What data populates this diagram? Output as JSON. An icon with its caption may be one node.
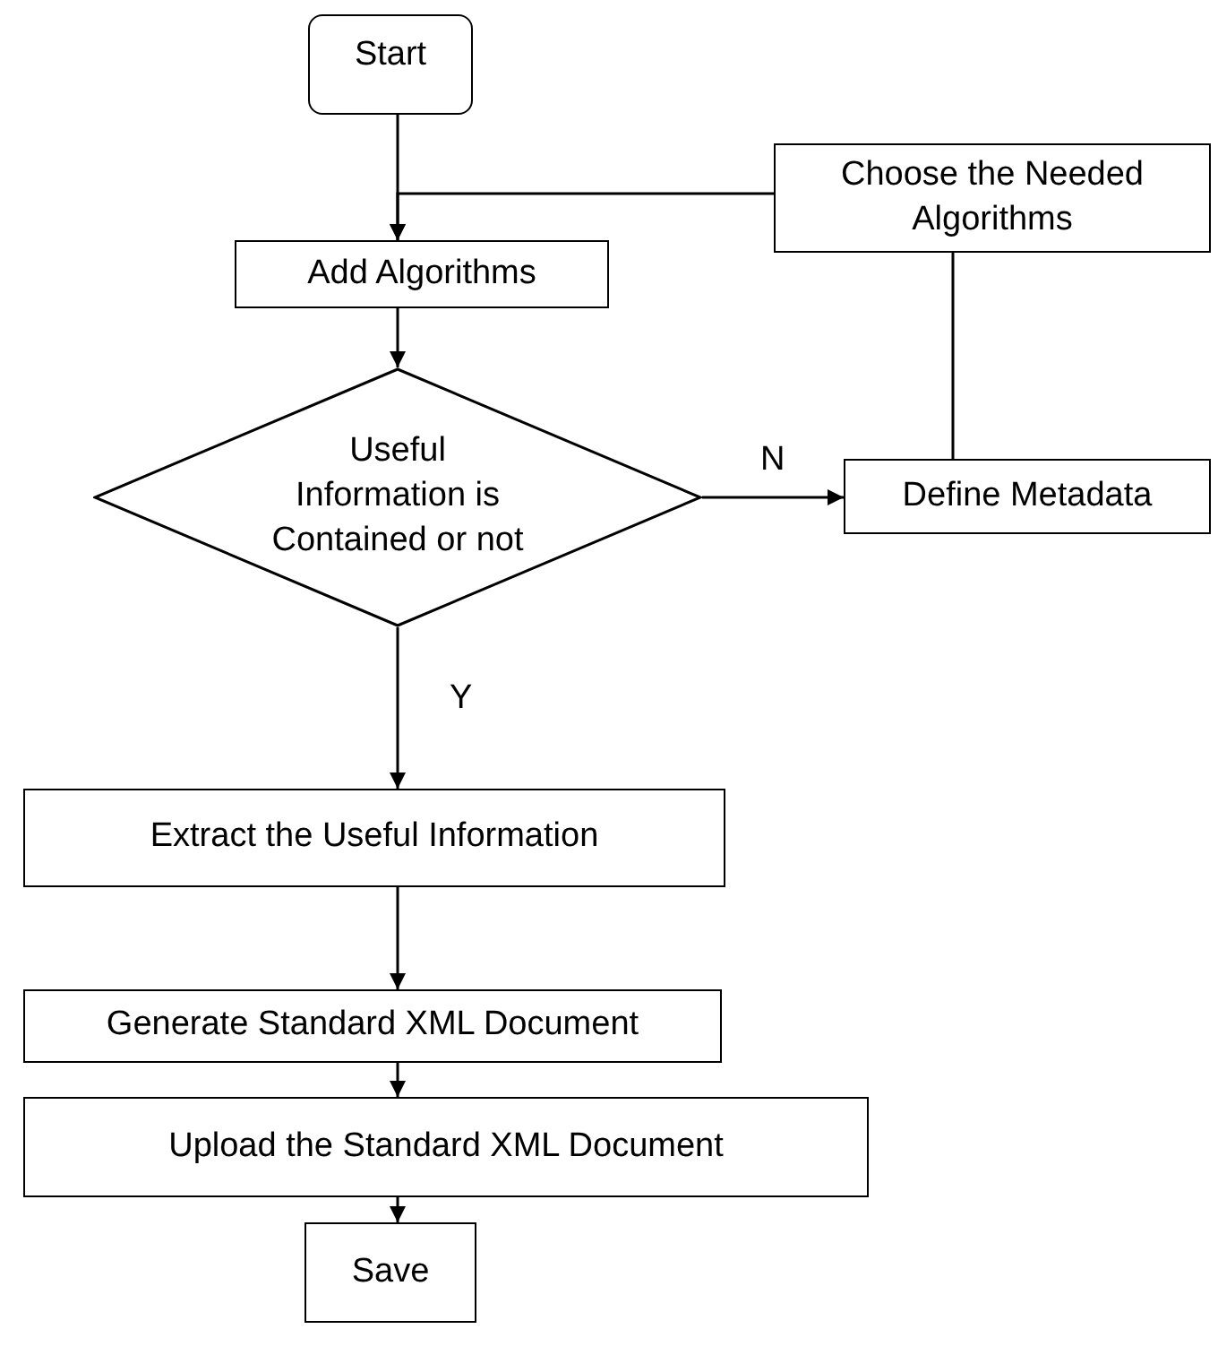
{
  "diagram": {
    "nodes": [
      {
        "text": [
          "Start"
        ]
      },
      {
        "text": [
          "Add Algorithms"
        ]
      },
      {
        "text": [
          "Choose the Needed Algorithms"
        ]
      },
      {
        "text": [
          "Useful Information is Contained or not"
        ]
      },
      {
        "text": [
          "Define Metadata"
        ]
      },
      {
        "text": [
          "Extract the Useful Information"
        ]
      },
      {
        "text": [
          "Generate Standard XML Document"
        ]
      },
      {
        "text": [
          "Upload the Standard XML Document"
        ]
      },
      {
        "text": [
          "Save"
        ]
      }
    ],
    "edges": [
      {
        "from": 0,
        "to": 1,
        "arrow": "to"
      },
      {
        "from": 2,
        "to": 1,
        "arrow": "to"
      },
      {
        "from": 1,
        "to": 3,
        "arrow": "to"
      },
      {
        "from": 3,
        "to": 4,
        "label": "N",
        "arrow": "to"
      },
      {
        "from": 4,
        "to": 2,
        "arrow": "none"
      },
      {
        "from": 3,
        "to": 5,
        "label": "Y",
        "arrow": "to"
      },
      {
        "from": 5,
        "to": 6,
        "arrow": "to"
      },
      {
        "from": 6,
        "to": 7,
        "arrow": "to"
      },
      {
        "from": 7,
        "to": 8,
        "arrow": "to"
      }
    ]
  }
}
